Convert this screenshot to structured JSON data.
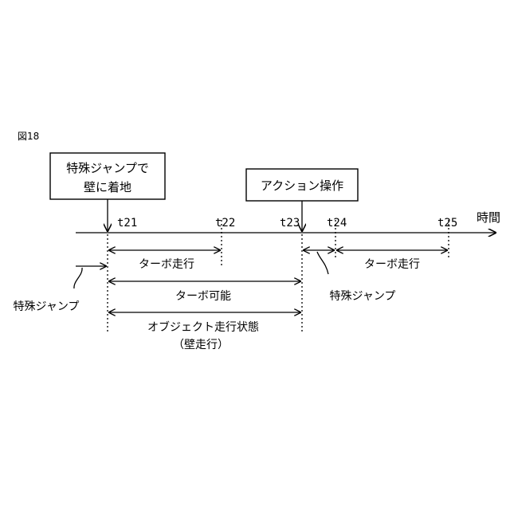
{
  "figure_label": "図18",
  "event_box_1": {
    "line1": "特殊ジャンプで",
    "line2": "壁に着地"
  },
  "event_box_2": {
    "text": "アクション操作"
  },
  "timeline": {
    "axis_label": "時間",
    "ticks": [
      "t21",
      "t22",
      "t23",
      "t24",
      "t25"
    ]
  },
  "intervals": {
    "turbo_run_1": "ターボ走行",
    "turbo_possible": "ターボ可能",
    "object_run_state_line1": "オブジェクト走行状態",
    "object_run_state_line2": "（壁走行）",
    "turbo_run_2": "ターボ走行"
  },
  "callouts": {
    "special_jump_1": "特殊ジャンプ",
    "special_jump_2": "特殊ジャンプ"
  },
  "colors": {
    "ink": "#000000",
    "background": "#ffffff"
  }
}
